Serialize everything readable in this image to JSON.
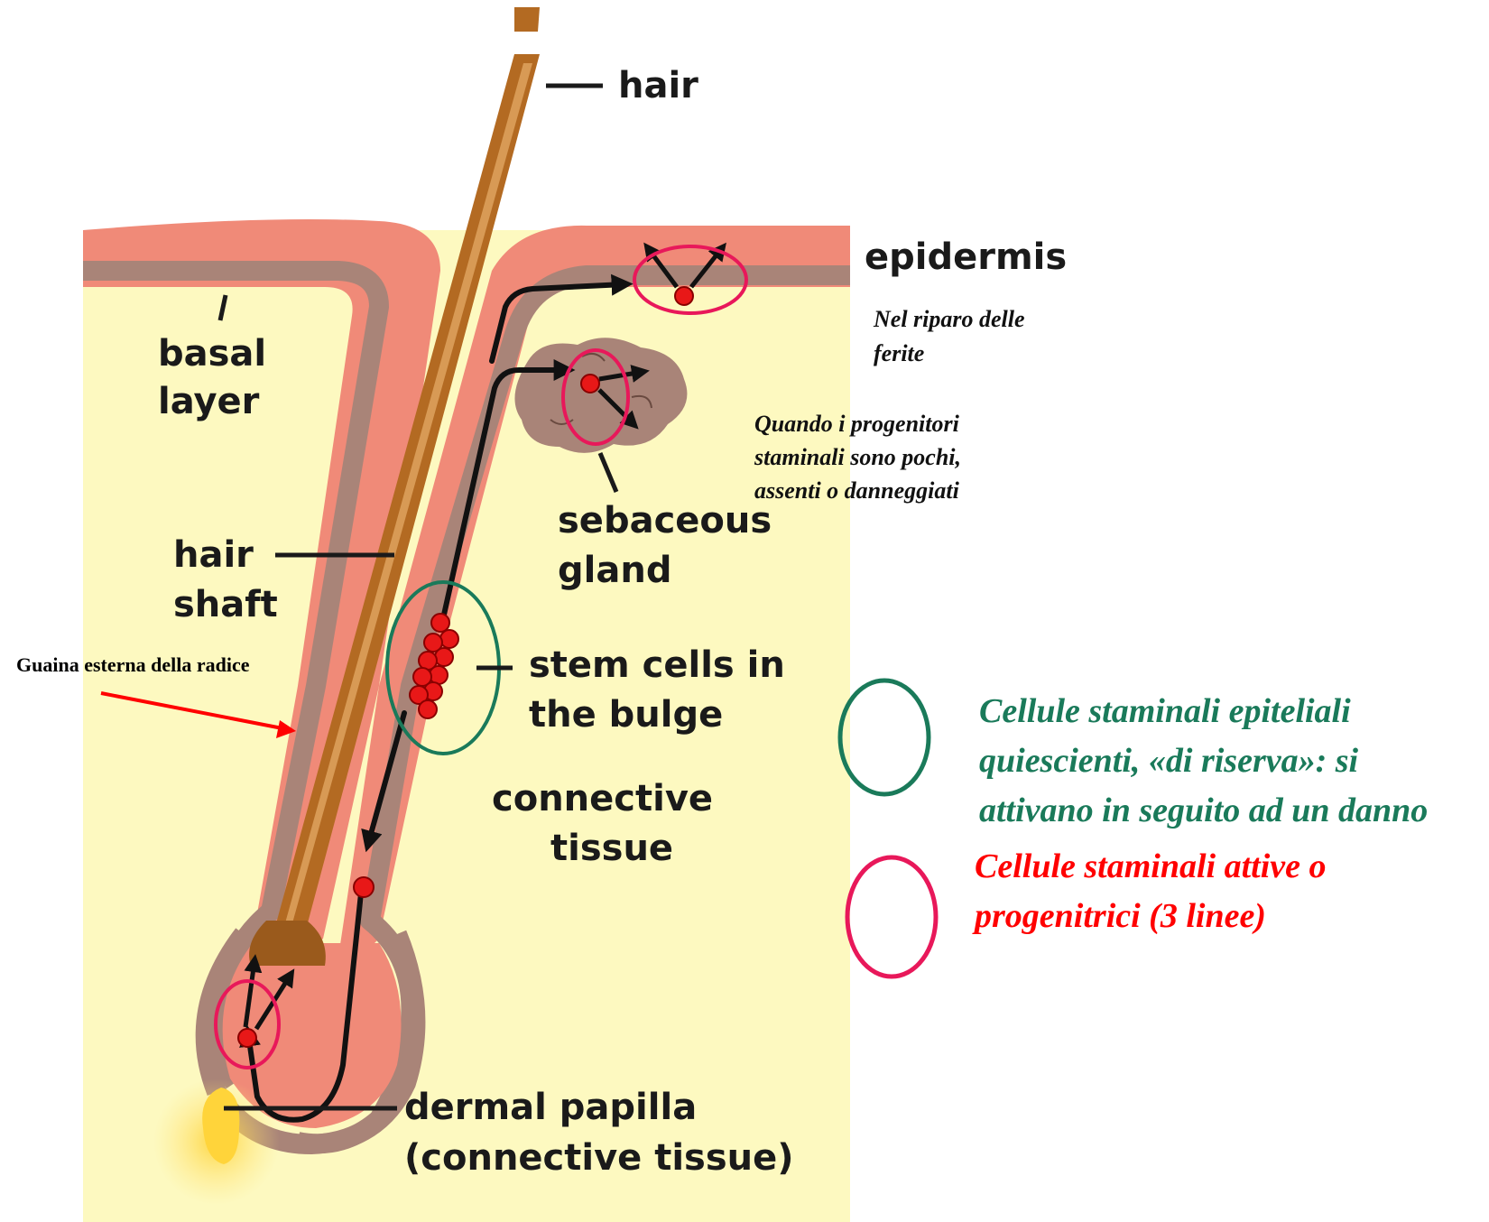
{
  "labels": {
    "hair": "hair",
    "epidermis": "epidermis",
    "basal_layer": [
      "basal",
      "layer"
    ],
    "hair_shaft": [
      "hair",
      "shaft"
    ],
    "sebaceous_gland": [
      "sebaceous",
      "gland"
    ],
    "stem_cells": [
      "stem cells in",
      "the bulge"
    ],
    "connective_tissue": [
      "connective",
      "tissue"
    ],
    "dermal_papilla": [
      "dermal papilla",
      "(connective tissue)"
    ]
  },
  "notes": {
    "wound_repair": [
      "Nel riparo delle",
      "ferite"
    ],
    "few_progenitors": [
      "Quando i progenitori",
      "staminali  sono pochi,",
      "assenti o danneggiati"
    ],
    "outer_root_sheath": "Guaina esterna della radice"
  },
  "legend": {
    "quiescent": {
      "lines": [
        "Cellule staminali epiteliali",
        "quiescienti, «di riserva»: si",
        "attivano in seguito ad un danno"
      ],
      "color": "#1a7a5a"
    },
    "active": {
      "lines": [
        "Cellule staminali attive o",
        "progenitrici (3 linee)"
      ],
      "color": "#ff0000"
    }
  },
  "colors": {
    "connective": "#fdf9c0",
    "epidermis": "#f08a78",
    "basal": "#a98478",
    "hair": "#b36a22",
    "cell": "#e81818",
    "quiescent_ring": "#1a7a5a",
    "active_ring": "#e8185a"
  }
}
